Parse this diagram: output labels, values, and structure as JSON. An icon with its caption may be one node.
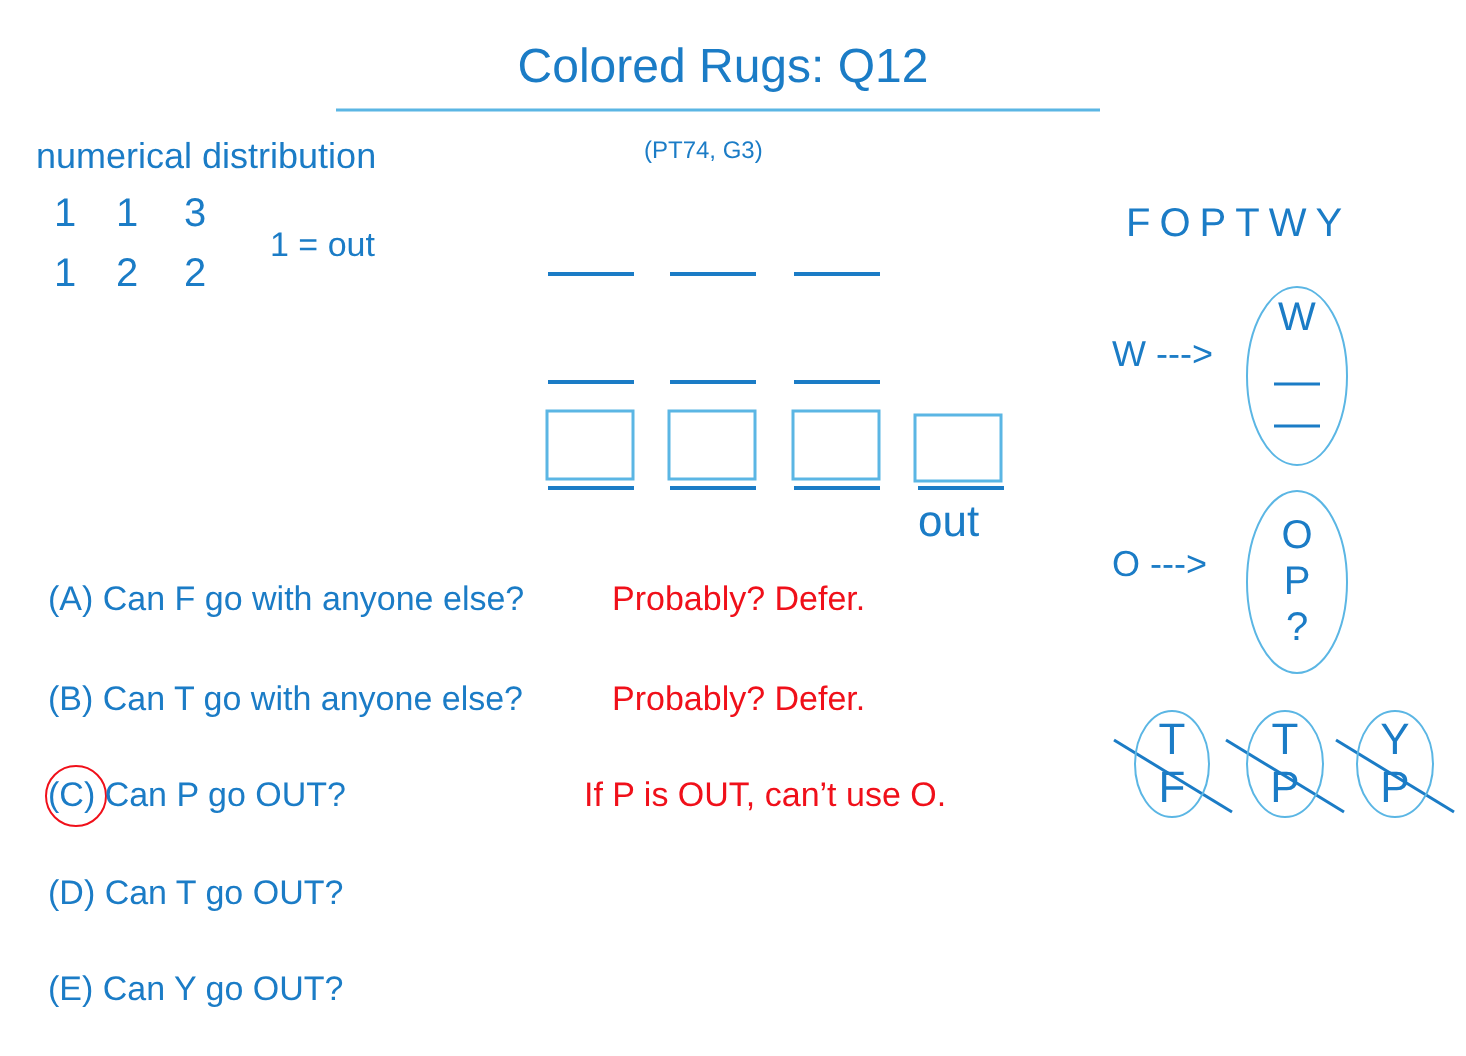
{
  "diagram": {
    "title": "Colored Rugs: Q12",
    "nodes": [
      {
        "text": [],
        "shape": "box"
      },
      {
        "text": [],
        "shape": "box"
      },
      {
        "text": [],
        "shape": "box"
      },
      {
        "text": [],
        "shape": "box"
      },
      {
        "text": [
          "W"
        ]
      },
      {
        "text": [
          "O",
          "P",
          "?"
        ]
      },
      {
        "text": [
          "T",
          "F"
        ]
      },
      {
        "text": [
          "T",
          "P"
        ]
      },
      {
        "text": [
          "Y",
          "P"
        ]
      }
    ],
    "labels": [
      "numerical distribution",
      "(PT74, G3)",
      "1",
      "1",
      "3",
      "1 = out",
      "1",
      "2",
      "2",
      "FOPTWY",
      "W --->",
      "out",
      "O --->",
      "(A) Can F go with anyone else?",
      "Probably? Defer.",
      "(B) Can T go with anyone else?",
      "Probably? Defer.",
      "(C) Can P go OUT?",
      "If P is OUT, can’t use O.",
      "(D) Can T go OUT?",
      "(E) Can Y go OUT?"
    ]
  }
}
